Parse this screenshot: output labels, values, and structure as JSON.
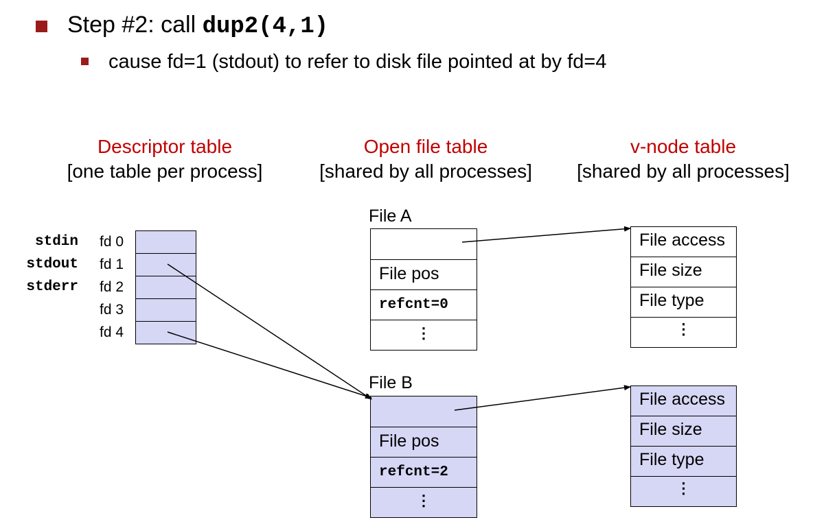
{
  "heading": {
    "prefix": "Step #2: call ",
    "code": "dup2(4,1)"
  },
  "subheading": "cause fd=1 (stdout) to refer to disk file pointed at by fd=4",
  "columns": {
    "descriptor": {
      "title": "Descriptor table",
      "subtitle": "[one table per process]"
    },
    "open_file": {
      "title": "Open file table",
      "subtitle": "[shared by all processes]"
    },
    "vnode": {
      "title": "v-node table",
      "subtitle": "[shared by all processes]"
    }
  },
  "descriptor_table": {
    "std_labels": [
      "stdin",
      "stdout",
      "stderr"
    ],
    "fd_labels": [
      "fd 0",
      "fd 1",
      "fd 2",
      "fd 3",
      "fd 4"
    ]
  },
  "file_a": {
    "label": "File A",
    "pos": "File pos",
    "refcnt": "refcnt=0",
    "dots": "⋮"
  },
  "file_b": {
    "label": "File B",
    "pos": "File pos",
    "refcnt": "refcnt=2",
    "dots": "⋮"
  },
  "vnode_a": {
    "access": "File access",
    "size": "File size",
    "type": "File type",
    "dots": "⋮"
  },
  "vnode_b": {
    "access": "File access",
    "size": "File size",
    "type": "File type",
    "dots": "⋮"
  },
  "colors": {
    "bullet": "#9b1b1b",
    "title_red": "#c00000",
    "cell_fill": "#d6d6f5"
  }
}
